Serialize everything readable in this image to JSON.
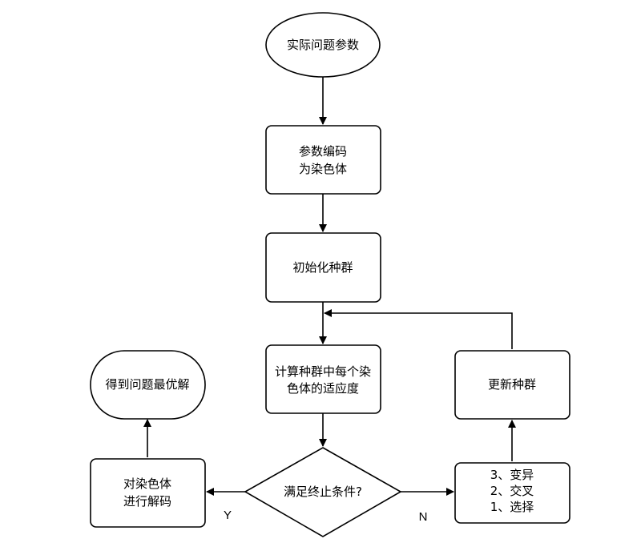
{
  "nodes": {
    "start": {
      "text": "实际问题参数"
    },
    "encode": {
      "line1": "参数编码",
      "line2": "为染色体"
    },
    "init": {
      "text": "初始化种群"
    },
    "fitness": {
      "line1": "计算种群中每个染",
      "line2": "色体的适应度"
    },
    "condition": {
      "text": "满足终止条件?"
    },
    "update": {
      "text": "更新种群"
    },
    "ops": {
      "line1": "3、变异",
      "line2": "2、交叉",
      "line3": "1、选择"
    },
    "decode": {
      "line1": "对染色体",
      "line2": "进行解码"
    },
    "result": {
      "text": "得到问题最优解"
    }
  },
  "edge_labels": {
    "yes": "Y",
    "no": "N"
  },
  "colors": {
    "stroke": "#000000",
    "fill": "#ffffff",
    "text": "#000000"
  }
}
